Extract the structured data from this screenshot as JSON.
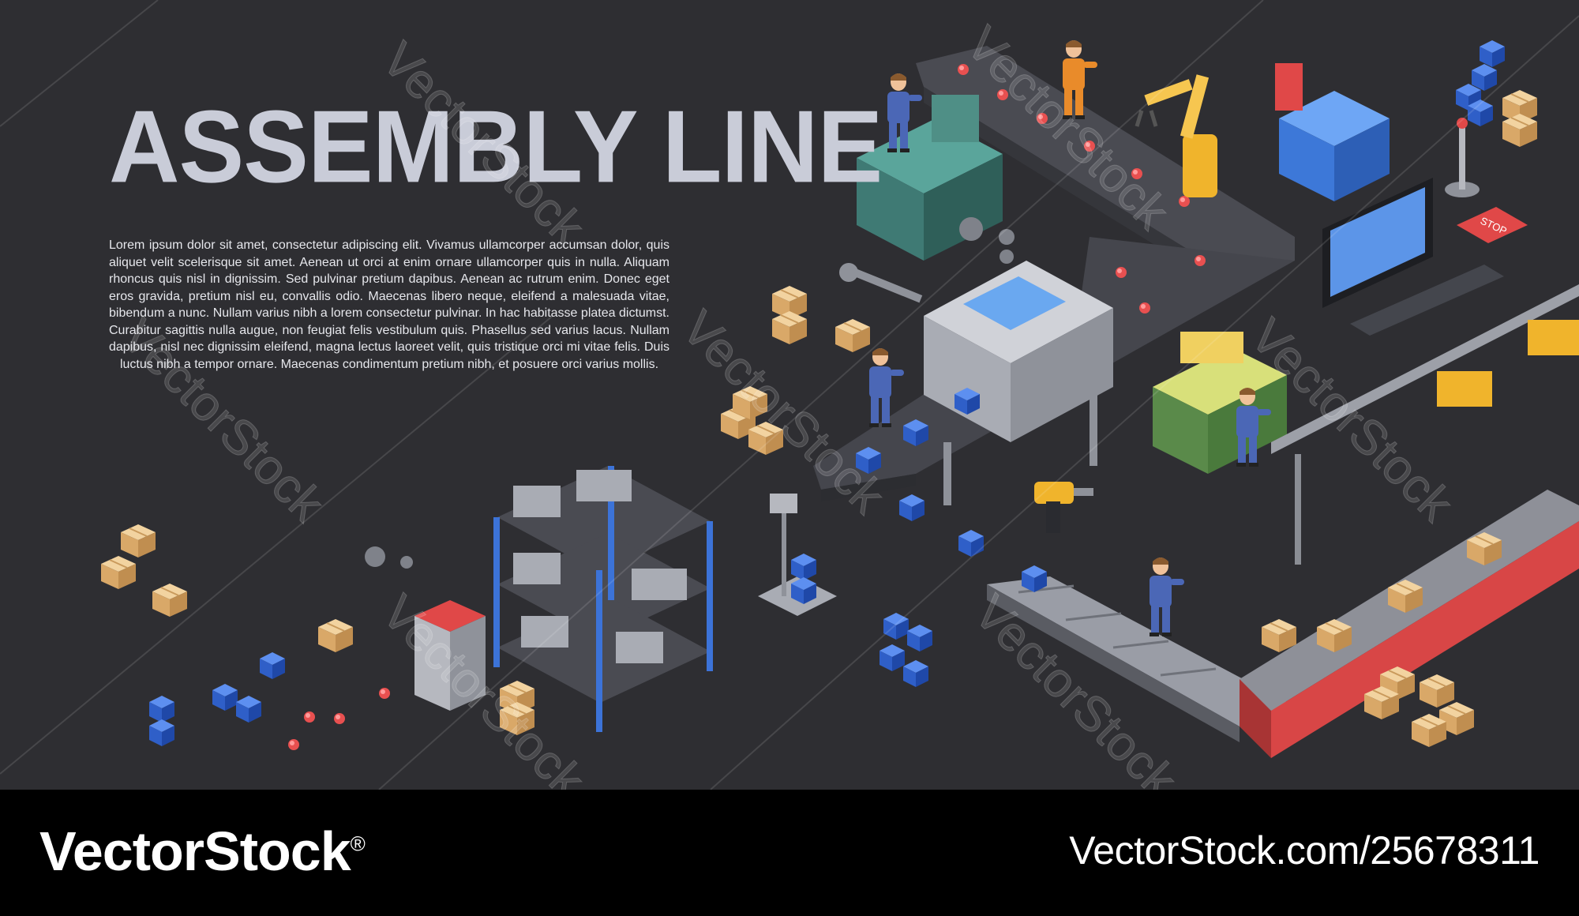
{
  "banner": {
    "title": "ASSEMBLY LINE",
    "body": "Lorem ipsum dolor sit amet, consectetur adipiscing elit. Vivamus ullamcorper accumsan dolor, quis aliquet velit scelerisque sit amet. Aenean ut orci at enim ornare ullamcorper quis in nulla. Aliquam rhoncus quis nisl in dignissim. Sed pulvinar pretium dapibus. Aenean ac rutrum enim. Donec eget eros gravida, pretium nisl eu, convallis odio. Maecenas libero neque, eleifend a malesuada vitae, bibendum a nunc. Nullam varius nibh a lorem consectetur pulvinar. In hac habitasse platea dictumst. Curabitur sagittis nulla augue, non feugiat felis vestibulum quis. Phasellus sed varius lacus. Nullam dapibus, nisl nec dignissim eleifend, magna lectus laoreet velit, quis tristique orci mi vitae felis. Duis luctus nibh a tempor ornare. Maecenas condimentum pretium nibh, et posuere orci varius mollis.",
    "stop_sign": "STOP"
  },
  "watermark": {
    "text": "VectorStock"
  },
  "footer": {
    "brand": "VectorStock",
    "registered_mark": "®",
    "image_id": "VectorStock.com/25678311"
  },
  "colors": {
    "background": "#2e2e32",
    "conveyor": "#3e3f45",
    "box_blue": "#2f6fe0",
    "box_tan": "#e8c18a",
    "accent_red": "#e04848",
    "machine_teal": "#3f7a74",
    "machine_yellow": "#f0b42c",
    "worker_blue": "#4b67b6",
    "worker_orange": "#e98b2a"
  }
}
